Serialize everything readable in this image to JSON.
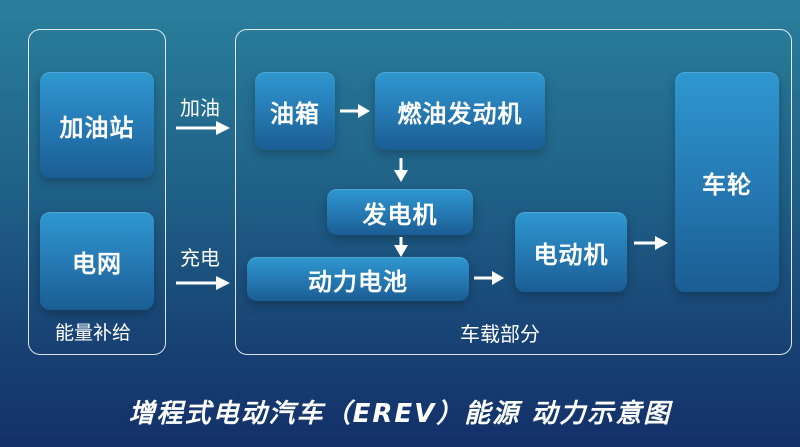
{
  "energy_supply": {
    "group_label": "能量补给",
    "gas_station": "加油站",
    "grid": "电网"
  },
  "flows": {
    "refuel": "加油",
    "charge": "充电"
  },
  "vehicle": {
    "group_label": "车载部分",
    "fuel_tank": "油箱",
    "engine": "燃油发动机",
    "generator": "发电机",
    "battery": "动力电池",
    "motor": "电动机",
    "wheels": "车轮"
  },
  "caption": "增程式电动汽车（EREV）能源 动力示意图"
}
